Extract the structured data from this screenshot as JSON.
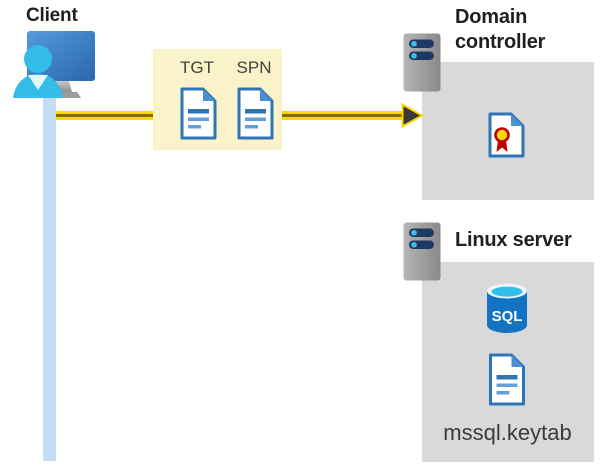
{
  "diagram": {
    "client": {
      "title": "Client"
    },
    "ticket_box": {
      "tgt": "TGT",
      "spn": "SPN"
    },
    "domain_controller": {
      "title": "Domain controller"
    },
    "linux_server": {
      "title": "Linux server",
      "sql_badge": "SQL",
      "keytab_file": "mssql.keytab"
    },
    "colors": {
      "highlight_yellow": "#faf2c8",
      "panel_gray": "#d9d9d9",
      "timeline_blue": "#c5dcf6",
      "arrow_yellow": "#ffd800",
      "arrow_core_olive": "#7f6b00",
      "arrowhead_dark": "#3a3a3a",
      "doc_border_blue": "#2e75b6",
      "doc_fold_blue": "#4a90d2",
      "doc_line_light_blue": "#64a0d8",
      "monitor_blue_light": "#549cdb",
      "monitor_blue_dark": "#2a66ae",
      "person_cyan": "#33bde8",
      "server_gray_light": "#b5b5b5",
      "server_gray_dark": "#898989",
      "server_slot_navy": "#1f3864",
      "server_dot_cyan": "#41bee8",
      "sql_body_blue": "#1173c2",
      "sql_top_cyan": "#31c0e8",
      "seal_yellow": "#ffd500",
      "seal_red": "#c00000",
      "title_dark": "#1f1f1f",
      "ticket_label_gray": "#404040"
    }
  }
}
